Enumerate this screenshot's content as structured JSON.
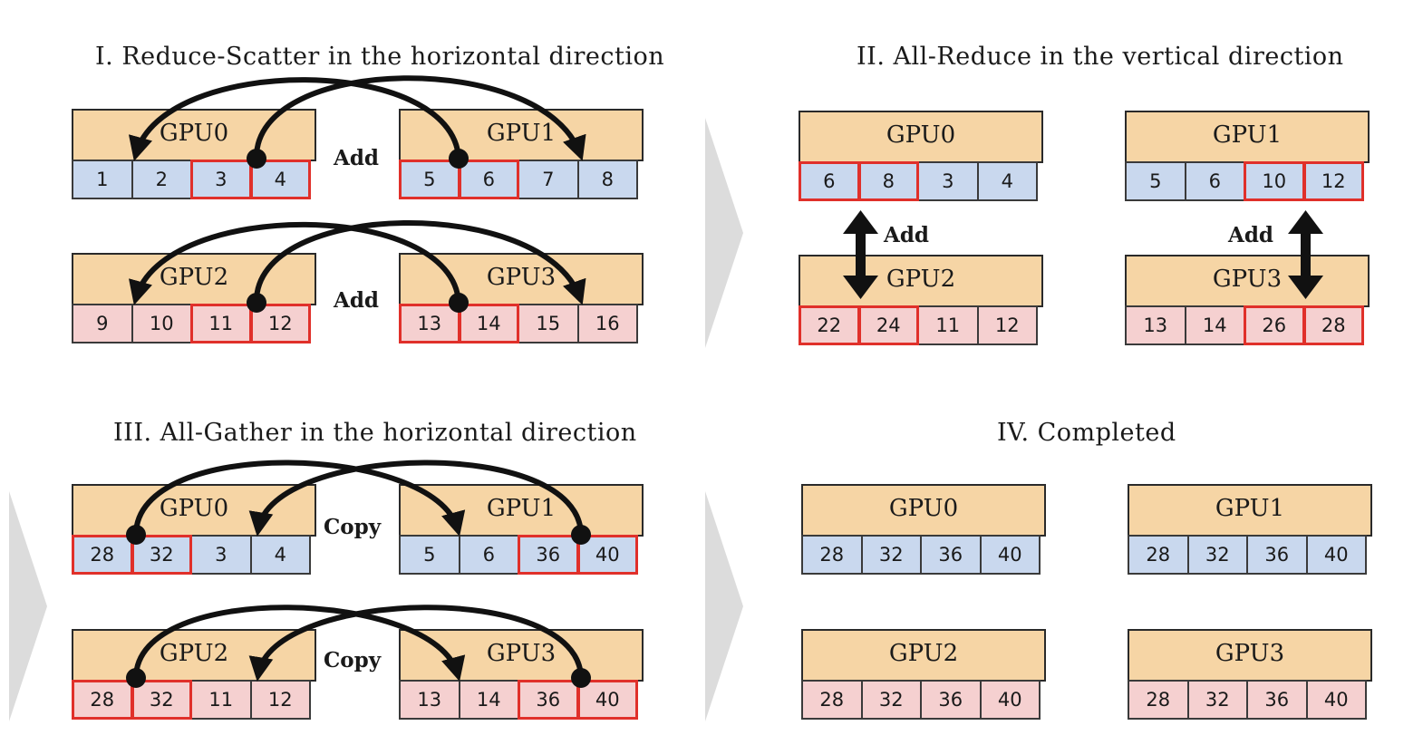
{
  "titles": {
    "p1": "I. Reduce-Scatter in the horizontal direction",
    "p2": "II. All-Reduce in the vertical direction",
    "p3": "III. All-Gather in the horizontal direction",
    "p4": "IV. Completed"
  },
  "ops": {
    "add": "Add",
    "copy": "Copy"
  },
  "colors": {
    "header": "#f6d5a5",
    "blue": "#c9d8ee",
    "pink": "#f5d0d0",
    "highlight": "#e0302a"
  },
  "panel1": {
    "gpu0": {
      "name": "GPU0",
      "cells": [
        "1",
        "2",
        "3",
        "4"
      ]
    },
    "gpu1": {
      "name": "GPU1",
      "cells": [
        "5",
        "6",
        "7",
        "8"
      ]
    },
    "gpu2": {
      "name": "GPU2",
      "cells": [
        "9",
        "10",
        "11",
        "12"
      ]
    },
    "gpu3": {
      "name": "GPU3",
      "cells": [
        "13",
        "14",
        "15",
        "16"
      ]
    }
  },
  "panel2": {
    "gpu0": {
      "name": "GPU0",
      "cells": [
        "6",
        "8",
        "3",
        "4"
      ]
    },
    "gpu1": {
      "name": "GPU1",
      "cells": [
        "5",
        "6",
        "10",
        "12"
      ]
    },
    "gpu2": {
      "name": "GPU2",
      "cells": [
        "22",
        "24",
        "11",
        "12"
      ]
    },
    "gpu3": {
      "name": "GPU3",
      "cells": [
        "13",
        "14",
        "26",
        "28"
      ]
    }
  },
  "panel3": {
    "gpu0": {
      "name": "GPU0",
      "cells": [
        "28",
        "32",
        "3",
        "4"
      ]
    },
    "gpu1": {
      "name": "GPU1",
      "cells": [
        "5",
        "6",
        "36",
        "40"
      ]
    },
    "gpu2": {
      "name": "GPU2",
      "cells": [
        "28",
        "32",
        "11",
        "12"
      ]
    },
    "gpu3": {
      "name": "GPU3",
      "cells": [
        "13",
        "14",
        "36",
        "40"
      ]
    }
  },
  "panel4": {
    "gpu0": {
      "name": "GPU0",
      "cells": [
        "28",
        "32",
        "36",
        "40"
      ]
    },
    "gpu1": {
      "name": "GPU1",
      "cells": [
        "28",
        "32",
        "36",
        "40"
      ]
    },
    "gpu2": {
      "name": "GPU2",
      "cells": [
        "28",
        "32",
        "36",
        "40"
      ]
    },
    "gpu3": {
      "name": "GPU3",
      "cells": [
        "28",
        "32",
        "36",
        "40"
      ]
    }
  }
}
